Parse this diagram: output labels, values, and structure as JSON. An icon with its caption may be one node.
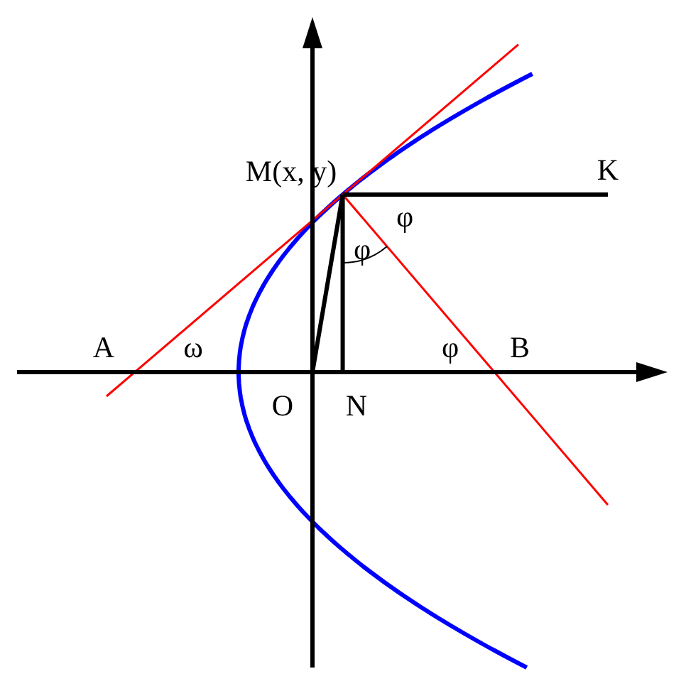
{
  "diagram": {
    "labels": [
      "M(x, y)",
      "K",
      "φ",
      "φ",
      "A",
      "ω",
      "φ",
      "B",
      "O",
      "N"
    ]
  }
}
